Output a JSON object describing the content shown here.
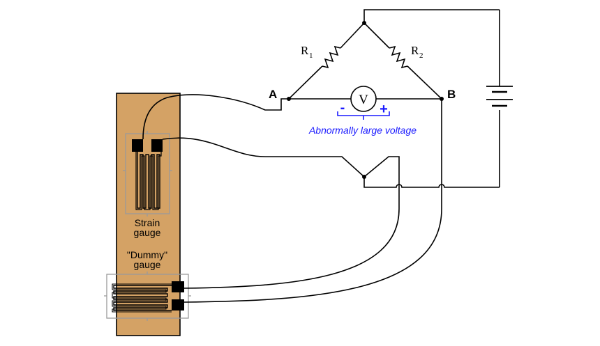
{
  "labels": {
    "node_a": "A",
    "node_b": "B",
    "r1": "R",
    "r1_sub": "1",
    "r2": "R",
    "r2_sub": "2",
    "voltmeter": "V",
    "minus": "-",
    "plus": "+",
    "voltage_note": "Abnormally large voltage",
    "strain_line1": "Strain",
    "strain_line2": "gauge",
    "dummy_line1": "\"Dummy\"",
    "dummy_line2": "gauge"
  },
  "colors": {
    "substrate": "#D4A265",
    "wire": "#000000",
    "annotation": "#1a1aff",
    "gauge_outline": "#9a9a9a"
  }
}
